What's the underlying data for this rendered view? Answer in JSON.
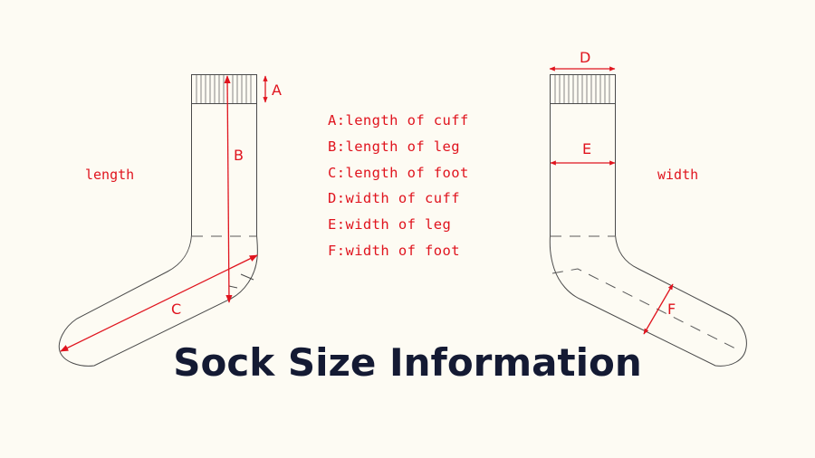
{
  "title": "Sock Size Information",
  "colors": {
    "background": "#fdfbf3",
    "annotation": "#e0141e",
    "outline": "#4a4a4a",
    "title": "#141a33"
  },
  "left_diagram": {
    "caption": "length",
    "markers": {
      "a": "A",
      "b": "B",
      "c": "C"
    }
  },
  "right_diagram": {
    "caption": "width",
    "markers": {
      "d": "D",
      "e": "E",
      "f": "F"
    }
  },
  "legend": [
    {
      "key": "A",
      "text": "A:length of cuff"
    },
    {
      "key": "B",
      "text": "B:length of leg"
    },
    {
      "key": "C",
      "text": "C:length of foot"
    },
    {
      "key": "D",
      "text": "D:width of cuff"
    },
    {
      "key": "E",
      "text": "E:width of leg"
    },
    {
      "key": "F",
      "text": "F:width of foot"
    }
  ]
}
